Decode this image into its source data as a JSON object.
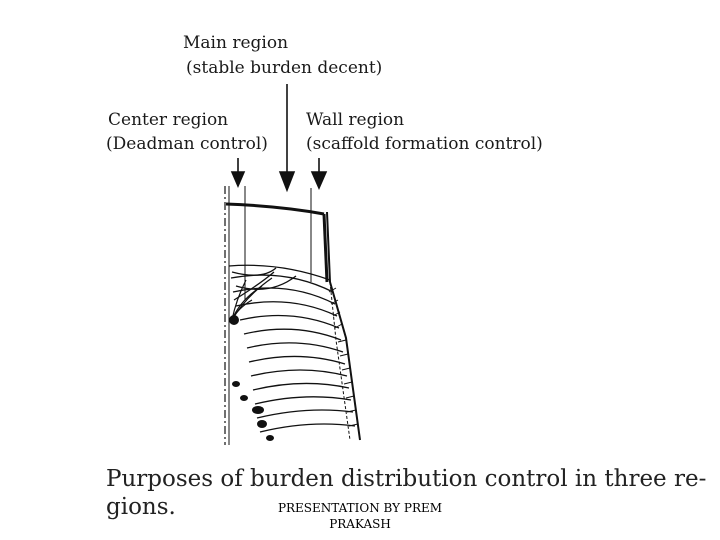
{
  "labels": {
    "main_region": "Main region",
    "main_region_note": "(stable burden decent)",
    "center_region": "Center region",
    "center_region_note": "(Deadman control)",
    "wall_region": "Wall region",
    "wall_region_note": "(scaffold formation control)"
  },
  "caption": {
    "line1": "Purposes of burden distribution control in three re-",
    "line2": "gions."
  },
  "footer": {
    "line1": "PRESENTATION BY PREM",
    "line2": "PRAKASH"
  }
}
